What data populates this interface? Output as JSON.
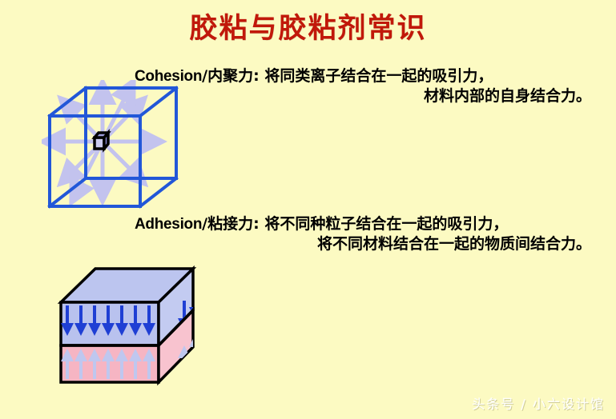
{
  "slide": {
    "title": "胶粘与胶粘剂常识",
    "background_color": "#fcfac2",
    "title_color": "#c1180a"
  },
  "cohesion": {
    "term": "Cohesion",
    "separator": "/",
    "term_cn": "内聚力:",
    "line1": " 将同类离子结合在一起的吸引力，",
    "line2": "材料内部的自身结合力。",
    "diagram": {
      "name": "cohesion-cube-diagram",
      "cube_edge_color": "#2257d8",
      "arrow_color": "#c3c3ee",
      "particle_fill": "#ccccf0",
      "particle_outline": "#000000",
      "arrow_count": 10
    }
  },
  "adhesion": {
    "term": "Adhesion",
    "separator": "/",
    "term_cn": "粘接力:",
    "line1": " 将不同种粒子结合在一起的吸引力，",
    "line2": "将不同材料结合在一起的物质间结合力。",
    "diagram": {
      "name": "adhesion-block-diagram",
      "top_slab_color": "#b9c2ee",
      "bottom_slab_color": "#f6b5c3",
      "top_slab_side_color": "#c3cbf1",
      "bottom_slab_side_color": "#f8c3cf",
      "top_face_color": "#bcc5ef",
      "outline_color": "#000000",
      "down_arrow_color": "#1f3fd4",
      "up_arrow_color": "#bfc7ef",
      "front_arrow_pairs": 7
    }
  },
  "watermark": {
    "text": "头条号 / 小六设计馆"
  }
}
